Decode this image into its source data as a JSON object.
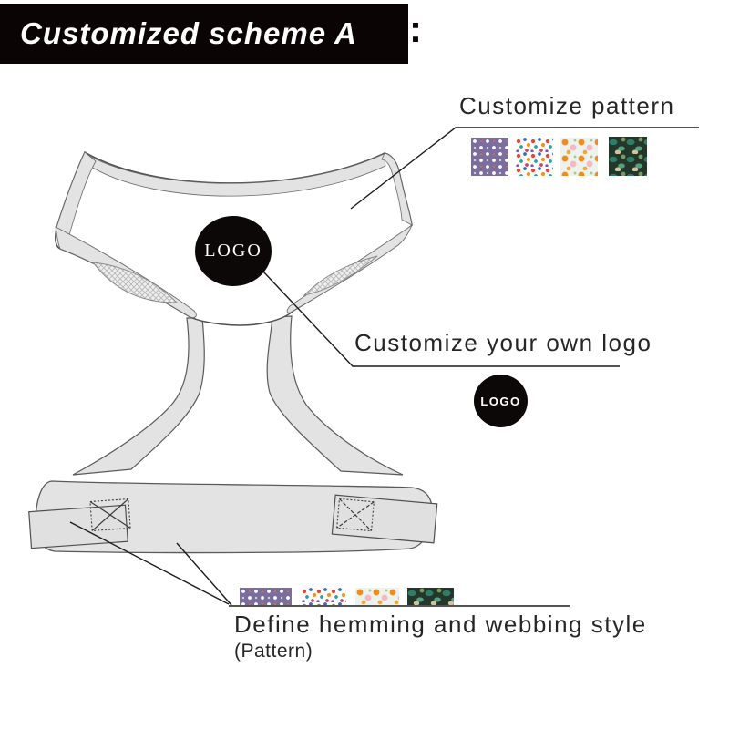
{
  "banner": {
    "title": "Customized scheme A",
    "separator": ":"
  },
  "labels": {
    "pattern": "Customize pattern",
    "logo": "Customize your own logo",
    "hemming": "Define hemming and webbing style",
    "hemming_note": "(Pattern)"
  },
  "logo_badge": {
    "harness": "LOGO",
    "sample": "LOGO"
  },
  "swatches": [
    {
      "name": "purple-polka-dot",
      "base_color": "#7b6e9d",
      "accent_colors": [
        "#ffffff",
        "#c46a62"
      ]
    },
    {
      "name": "multicolor-confetti",
      "base_color": "#fdfcf8",
      "accent_colors": [
        "#e0453a",
        "#2f6db8",
        "#f0941f",
        "#2ba39b",
        "#c2467e"
      ]
    },
    {
      "name": "orange-pink-floral",
      "base_color": "#edf2ec",
      "accent_colors": [
        "#ef8c1f",
        "#f4b9c4",
        "#a8c98a"
      ]
    },
    {
      "name": "tropical-leaves",
      "base_color": "#23372b",
      "accent_colors": [
        "#2e7d68",
        "#57a183",
        "#cfc49a"
      ]
    }
  ],
  "colors": {
    "banner_bg": "#0a0405",
    "banner_text": "#ffffff",
    "label_text": "#262626",
    "harness_fill": "#ffffff",
    "hem_fill": "#e3e3e3",
    "harness_outline": "#4f4f4f",
    "leader_line": "#1a1a1a",
    "logo_badge_bg": "#0d0808"
  }
}
